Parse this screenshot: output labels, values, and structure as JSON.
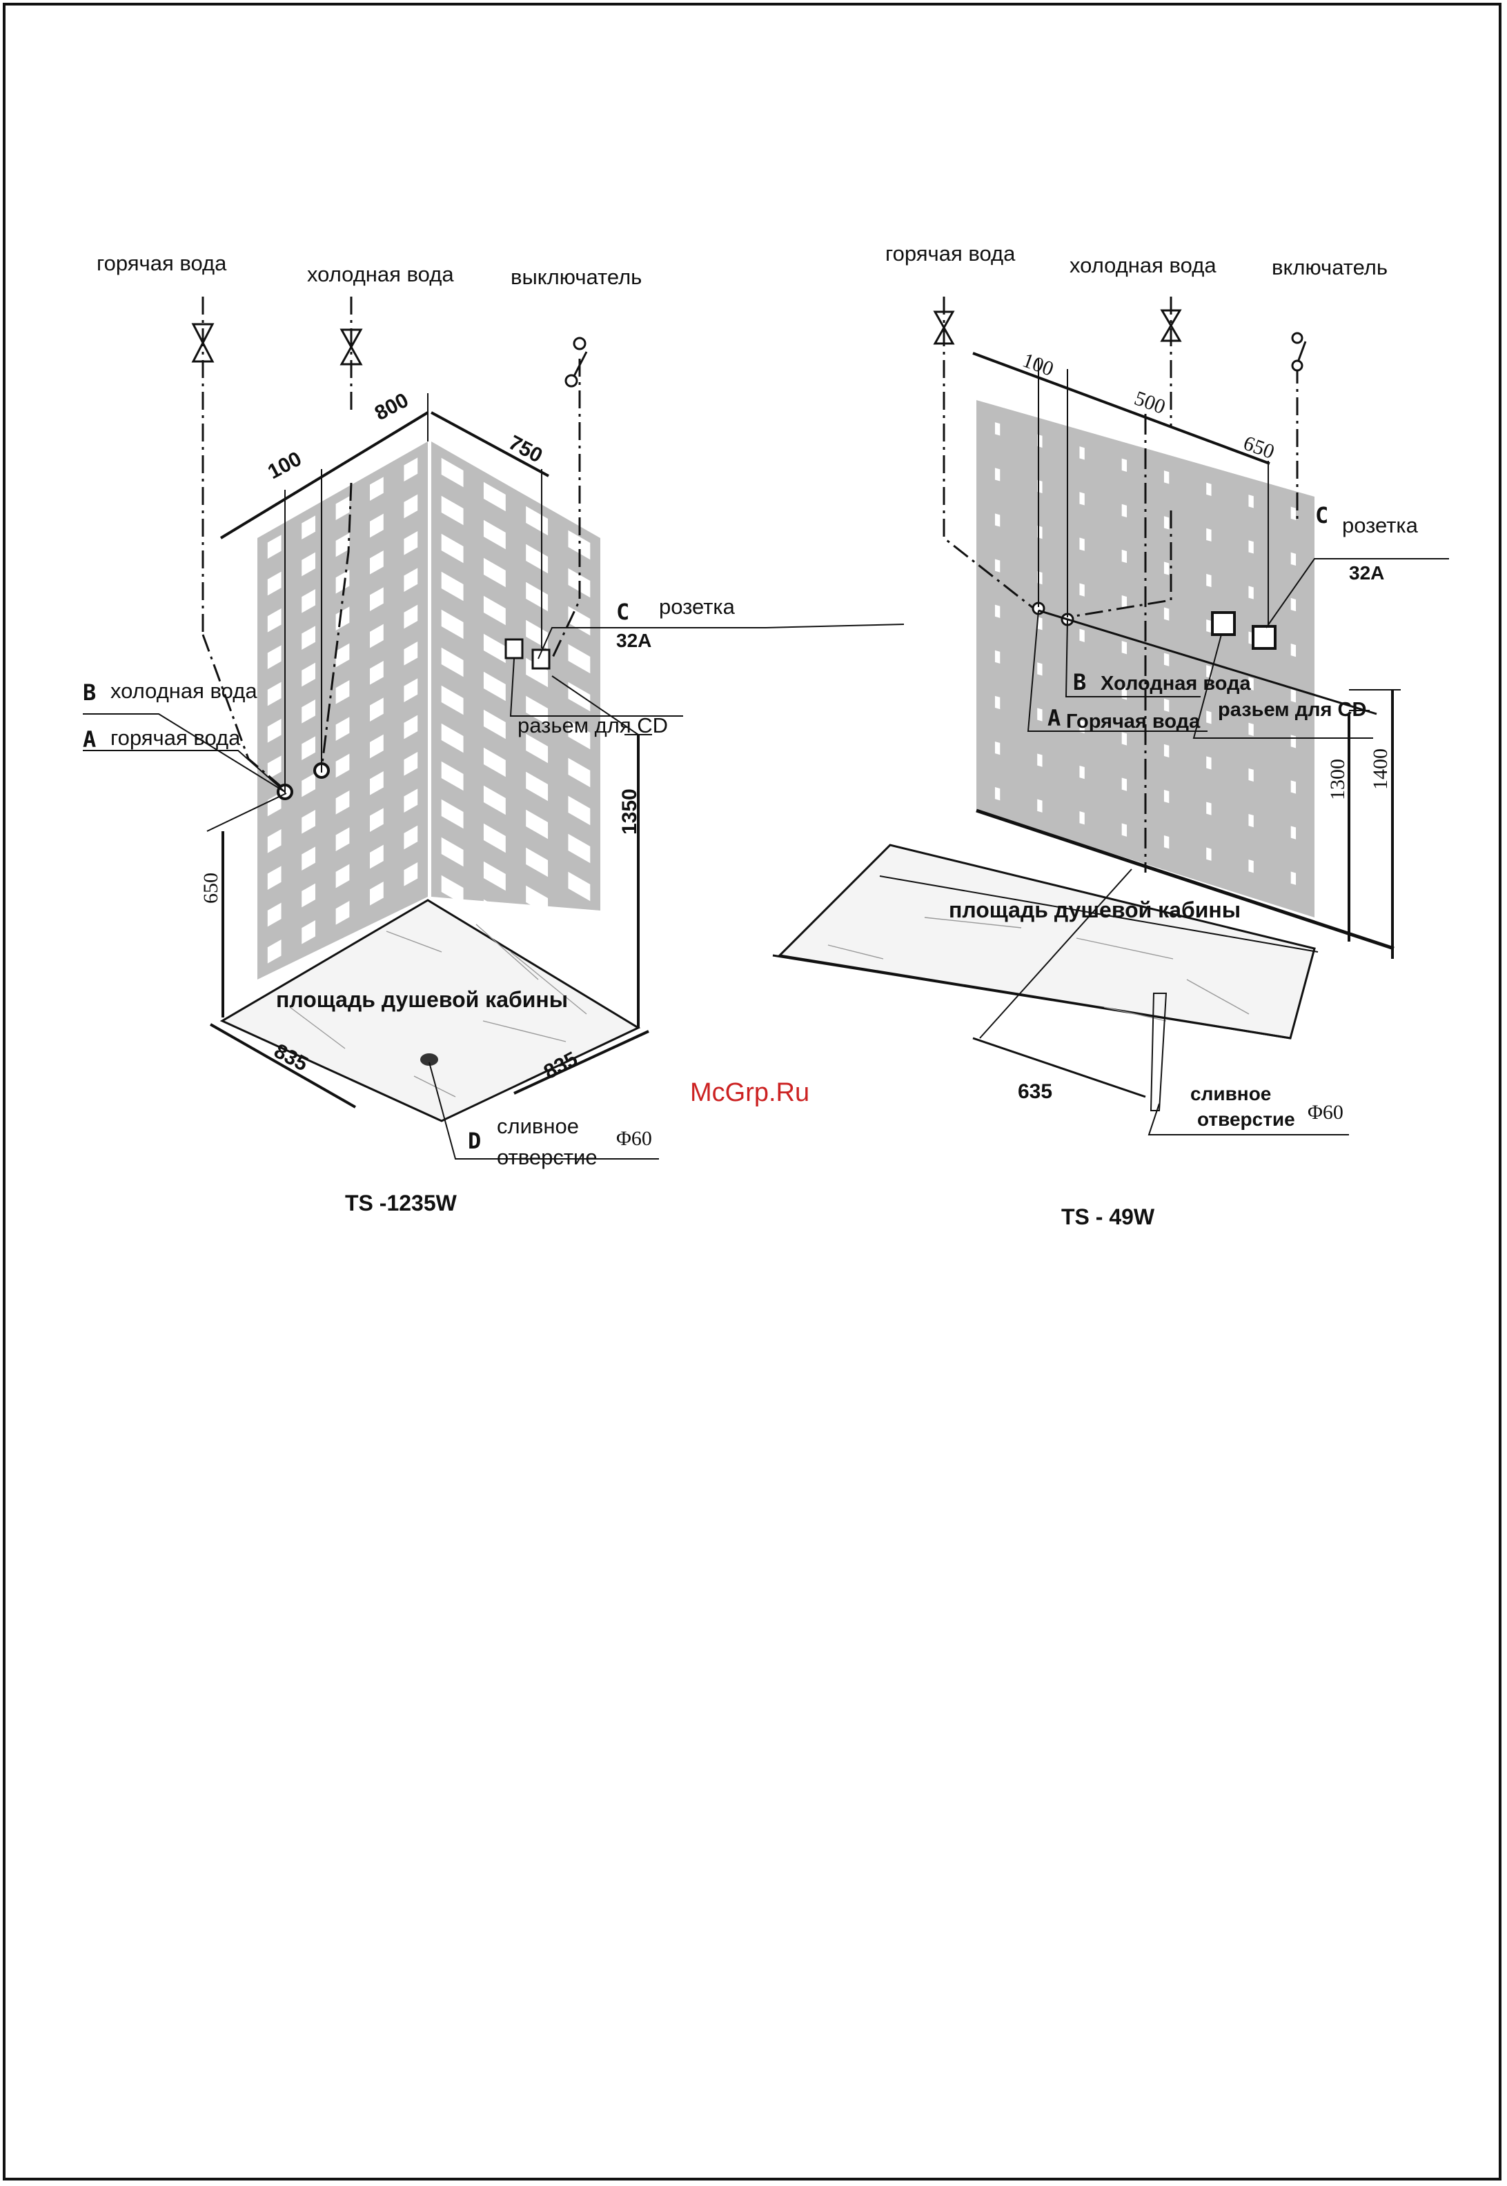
{
  "left": {
    "top_labels": {
      "hot": "горячая вода",
      "cold": "холодная вода",
      "switch": "выключатель"
    },
    "dims": {
      "d800": "800",
      "d750": "750",
      "d100": "100",
      "d1350": "1350",
      "d650": "650",
      "d835a": "835",
      "d835b": "835"
    },
    "callouts": {
      "b_letter": "B",
      "b_text": "холодная вода",
      "a_letter": "A",
      "a_text": "горячая вода",
      "c_letter": "C",
      "c_text": "розетка",
      "c_amp": "32A",
      "cd_text": "разьем для CD",
      "d_letter": "D",
      "d_text1": "сливное",
      "d_text2": "отверстие",
      "d_phi": "Φ60"
    },
    "area": "площадь душевой кабины",
    "model": "TS -1235W"
  },
  "right": {
    "top_labels": {
      "hot": "горячая вода",
      "cold": "холодная вода",
      "switch": "включатель"
    },
    "dims": {
      "d100": "100",
      "d500": "500",
      "d650": "650",
      "d1300": "1300",
      "d1400": "1400",
      "d635": "635"
    },
    "callouts": {
      "c_letter": "C",
      "c_text": "розетка",
      "c_amp": "32A",
      "b_letter": "B",
      "b_text": "Холодная вода",
      "a_letter": "A",
      "a_text": "Горячая вода",
      "cd_text": "разьем для CD",
      "d_text1": "сливное",
      "d_text2": "отверстие",
      "d_phi": "Φ60"
    },
    "area": "площадь душевой кабины",
    "model": "TS - 49W"
  },
  "watermark": "McGrp.Ru",
  "colors": {
    "line": "#111111",
    "wall": "#bdbdbd",
    "watermark": "#cc2222"
  }
}
